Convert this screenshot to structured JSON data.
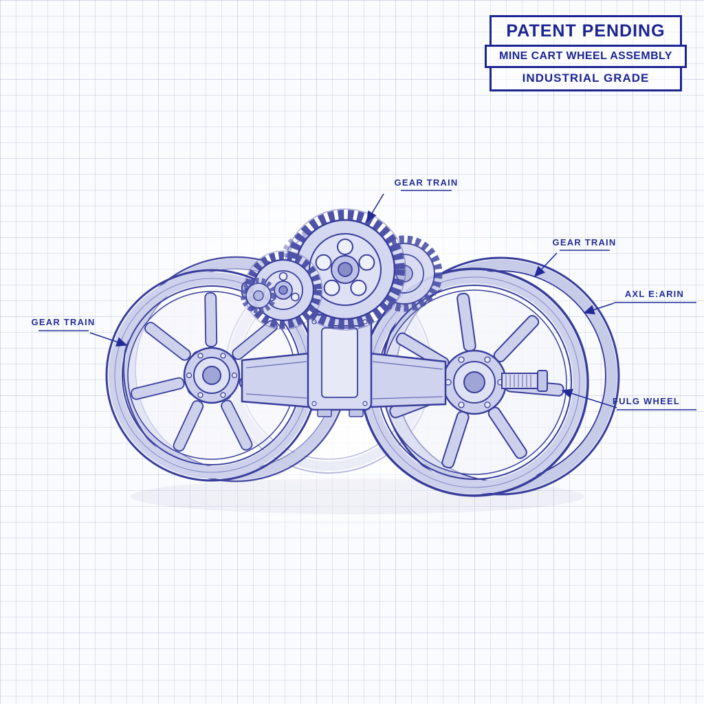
{
  "title_block": {
    "line1": "PATENT PENDING",
    "line2": "MINE CART WHEEL ASSEMBLY",
    "line3": "INDUSTRIAL GRADE"
  },
  "callouts": {
    "gear_train_top": "GEAR TRAIN",
    "gear_train_right": "GEAR TRAIN",
    "axle_bearing": "AXL E:ARIN",
    "flange_wheel": "FULG WHEEL",
    "gear_train_left": "GEAR TRAIN"
  },
  "colors": {
    "ink": "#232c96",
    "line_blue": "#383d9b",
    "fill_light": "#d7daf1",
    "fill_mid": "#c3c8e8",
    "grid_line": "#8c9bbe",
    "background": "#fafbfe"
  },
  "drawing_subject": "mine cart wheel assembly blueprint"
}
